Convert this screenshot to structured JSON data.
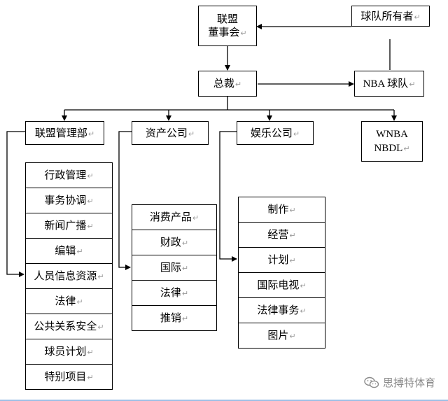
{
  "mark": "↵",
  "nodes": {
    "board": [
      "联盟",
      "董事会"
    ],
    "owners": "球队所有者",
    "president": "总裁",
    "nba_teams": "NBA 球队",
    "league_mgmt": "联盟管理部",
    "assets": "资产公司",
    "entertainment": "娱乐公司",
    "wnba_nbdl": [
      "WNBA",
      "NBDL"
    ]
  },
  "league_mgmt_items": [
    "行政管理",
    "事务协调",
    "新闻广播",
    "编辑",
    "人员信息资源",
    "法律",
    "公共关系安全",
    "球员计划",
    "特别项目"
  ],
  "assets_items": [
    "消费产品",
    "财政",
    "国际",
    "法律",
    "推销"
  ],
  "entertainment_items": [
    "制作",
    "经营",
    "计划",
    "国际电视",
    "法律事务",
    "图片"
  ],
  "watermark": "思搏特体育",
  "colors": {
    "line": "#000000",
    "mark": "#9a9a9a",
    "watermark": "#8a8a8a"
  }
}
